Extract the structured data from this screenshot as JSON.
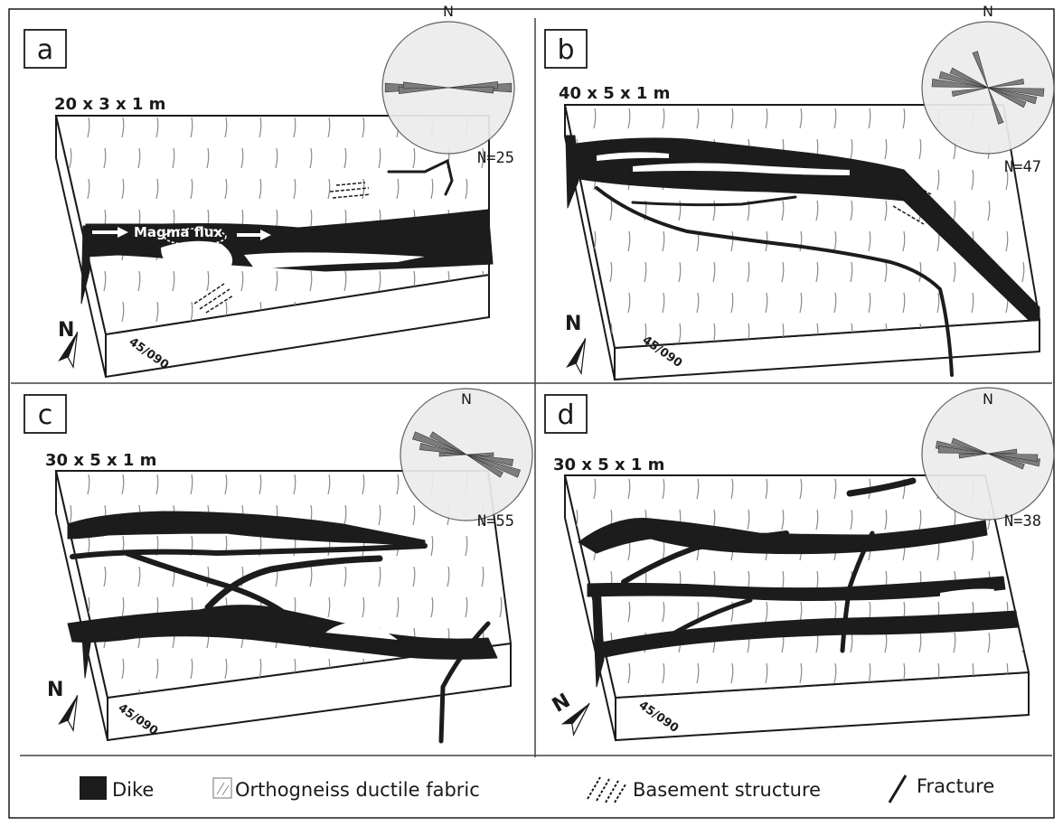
{
  "panels": [
    {
      "label": "a",
      "dimensions": "20 x 3 x 1 m",
      "n_count": "N=25",
      "rose_north": "N",
      "north_arrow": "N",
      "strike_dip": "45/090",
      "annotation": "Magma flux"
    },
    {
      "label": "b",
      "dimensions": "40 x 5 x 1 m",
      "n_count": "N=47",
      "rose_north": "N",
      "north_arrow": "N",
      "strike_dip": "45/090"
    },
    {
      "label": "c",
      "dimensions": "30 x 5 x 1 m",
      "n_count": "N=55",
      "rose_north": "N",
      "north_arrow": "N",
      "strike_dip": "45/090"
    },
    {
      "label": "d",
      "dimensions": "30 x 5 x 1 m",
      "n_count": "N=38",
      "rose_north": "N",
      "north_arrow": "N",
      "strike_dip": "45/090"
    }
  ],
  "legend": {
    "dike": "Dike",
    "fabric": "Orthogneiss ductile fabric",
    "basement": "Basement structure",
    "fracture": "Fracture"
  },
  "colors": {
    "dike": "#1c1c1c",
    "rose_fill": "#ececec",
    "petal": "#7d7d7d",
    "fabric": "#8a8a8a"
  }
}
